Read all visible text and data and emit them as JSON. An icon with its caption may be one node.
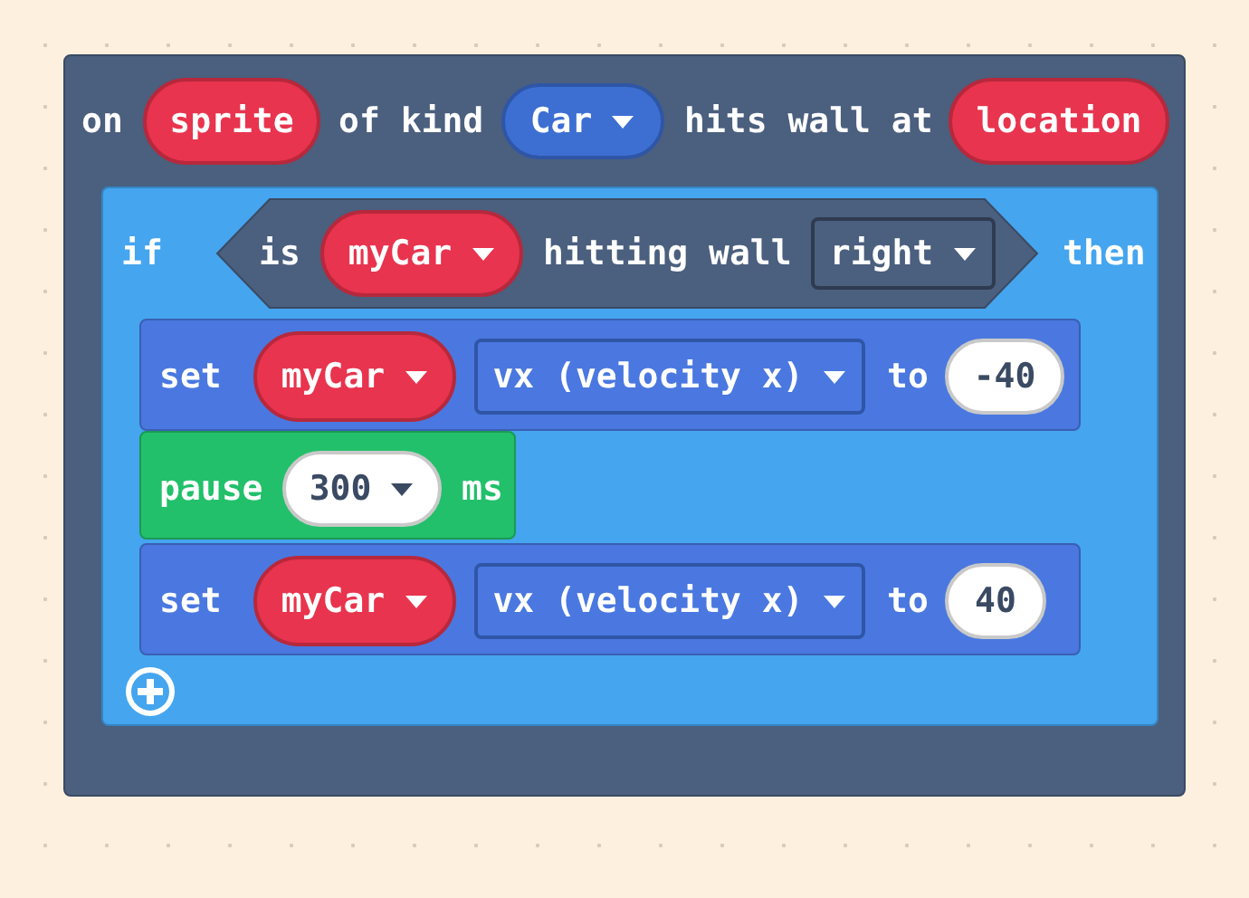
{
  "diagram": {
    "nodes": [
      {
        "text": [
          "on",
          "of kind",
          "hits wall at"
        ]
      },
      {
        "text": [
          "sprite"
        ],
        "in": 0
      },
      {
        "text": [
          "Car"
        ],
        "in": 0
      },
      {
        "text": [
          "location"
        ],
        "in": 0
      },
      {
        "text": [
          "if",
          "then"
        ],
        "in": 0
      },
      {
        "text": [
          "is",
          "hitting wall"
        ],
        "in": 4
      },
      {
        "text": [
          "myCar"
        ],
        "in": 5
      },
      {
        "text": [
          "right"
        ],
        "in": 5
      },
      {
        "text": [
          "set",
          "to"
        ],
        "in": 4
      },
      {
        "text": [
          "myCar"
        ],
        "in": 8
      },
      {
        "text": [
          "vx (velocity x)"
        ],
        "in": 8
      },
      {
        "text": [
          "-40"
        ],
        "in": 8
      },
      {
        "text": [
          "pause",
          "ms"
        ],
        "in": 4
      },
      {
        "text": [
          "300"
        ],
        "in": 12
      },
      {
        "text": [
          "set",
          "to"
        ],
        "in": 4
      },
      {
        "text": [
          "myCar"
        ],
        "in": 14
      },
      {
        "text": [
          "vx (velocity x)"
        ],
        "in": 14
      },
      {
        "text": [
          "40"
        ],
        "in": 14
      }
    ],
    "edges": []
  }
}
